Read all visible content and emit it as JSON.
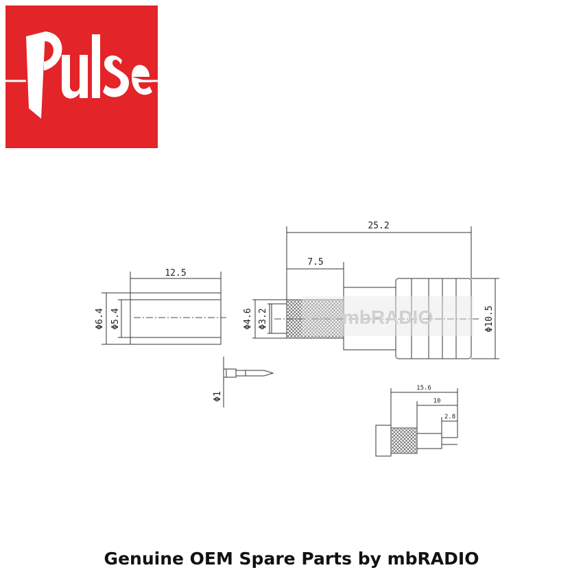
{
  "logo": {
    "text": "Pulse",
    "background": "#e32428",
    "foreground": "#ffffff"
  },
  "watermark": "mbRADIO",
  "dimensions": {
    "sleeve_length": "12.5",
    "sleeve_outer_dia": "Φ6.4",
    "sleeve_inner_dia": "Φ5.4",
    "pin_dia": "Φ1",
    "total_length": "25.2",
    "crimp_length": "7.5",
    "crimp_outer_dia": "Φ4.6",
    "crimp_inner_dia": "Φ3.2",
    "body_dia": "Φ10.5",
    "strip_total": "15.6",
    "strip_braid": "10",
    "strip_center": "2.8"
  },
  "caption": "Genuine OEM Spare Parts by mbRADIO"
}
